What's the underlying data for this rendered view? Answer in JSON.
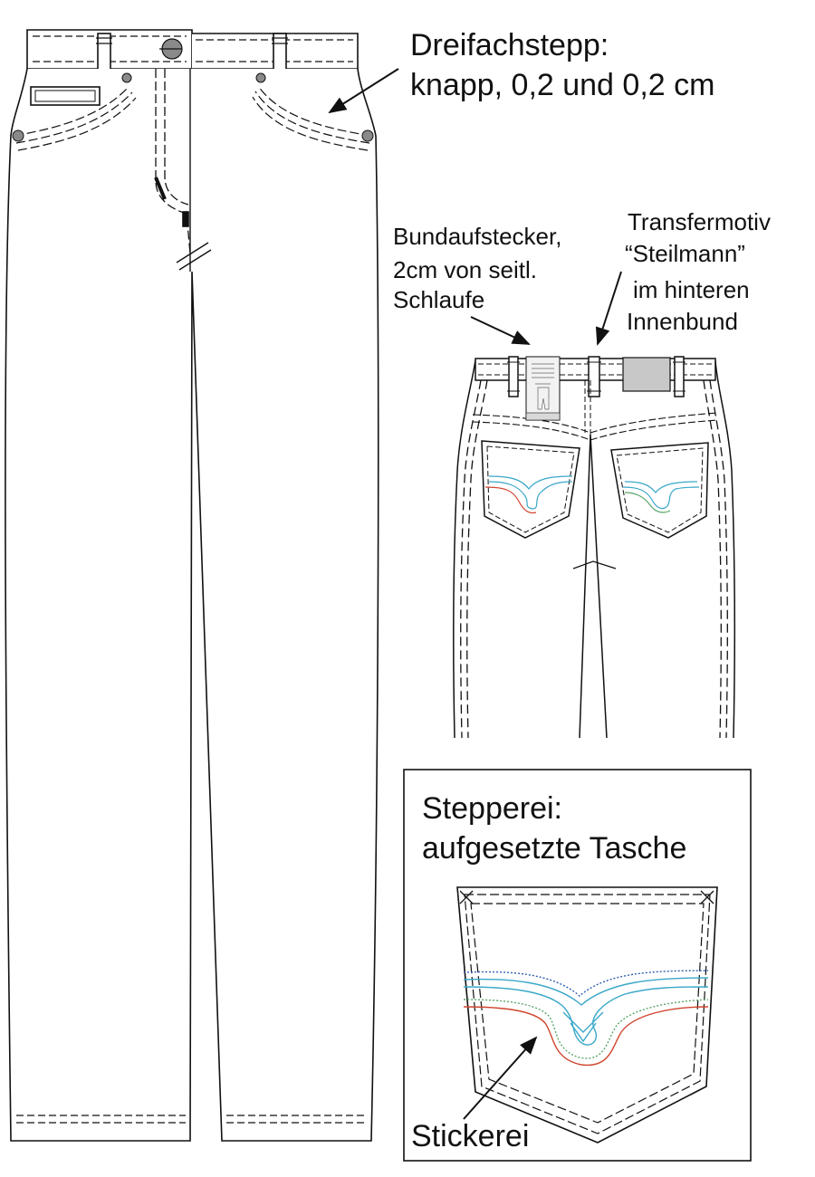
{
  "annotations": {
    "triple_stitch": {
      "line1": "Dreifachstepp:",
      "line2": "knapp, 0,2 und 0,2 cm"
    },
    "waistband_tag": {
      "line1": "Bundaufstecker,",
      "line2": "2cm von seitl.",
      "line3": "Schlaufe"
    },
    "transfer": {
      "line1": "Transfermotiv",
      "line2": "“Steilmann”",
      "line3": "im hinteren",
      "line4": "Innenbund"
    },
    "stitching_detail": {
      "line1": "Stepperei:",
      "line2": "aufgesetzte Tasche"
    },
    "embroidery": {
      "label": "Stickerei"
    }
  },
  "colors": {
    "outline": "#111111",
    "rivet": "#8a8a8a",
    "patch": "#c8c8c8",
    "embroidery_cyan": "#3aa7c9",
    "embroidery_blue": "#2f5fb3",
    "embroidery_green": "#5aa56a",
    "embroidery_red": "#d0452e"
  }
}
